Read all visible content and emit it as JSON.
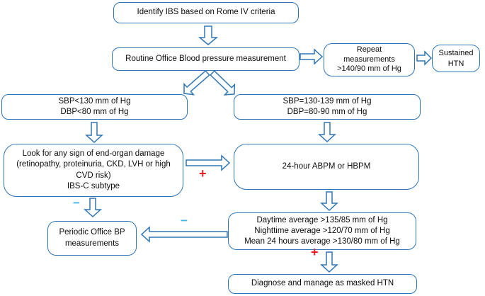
{
  "diagram": {
    "title": "IBS blood pressure / masked hypertension flowchart",
    "nodes": {
      "identify": "Identify IBS based on Rome IV criteria",
      "routine": "Routine Office Blood pressure measurement",
      "repeat": "Repeat\nmeasurements\n>140/90 mm of Hg",
      "sustained": "Sustained\nHTN",
      "sbp_low": "SBP<130 mm of Hg\nDBP<80 mm of Hg",
      "sbp_mid": "SBP=130-139 mm of Hg\nDBP=80-90 mm of Hg",
      "end_organ": "Look for any sign of end-organ damage\n(retinopathy, proteinuria, CKD, LVH or high\nCVD risk)\nIBS-C subtype",
      "abpm": "24-hour ABPM or HBPM",
      "periodic": "Periodic Office BP\nmeasurements",
      "averages": "Daytime average >135/85 mm of Hg\nNighttime average >120/70 mm of Hg\nMean 24 hours average >130/80 mm of Hg",
      "diagnose": "Diagnose and manage as masked HTN"
    },
    "symbols": {
      "plus": "+",
      "minus": "−"
    },
    "colors": {
      "box_border": "#2e75b6",
      "positive_sign": "#ed1c24",
      "negative_sign": "#41b6e6",
      "text": "#0d0d0d",
      "background": "#ffffff"
    }
  }
}
